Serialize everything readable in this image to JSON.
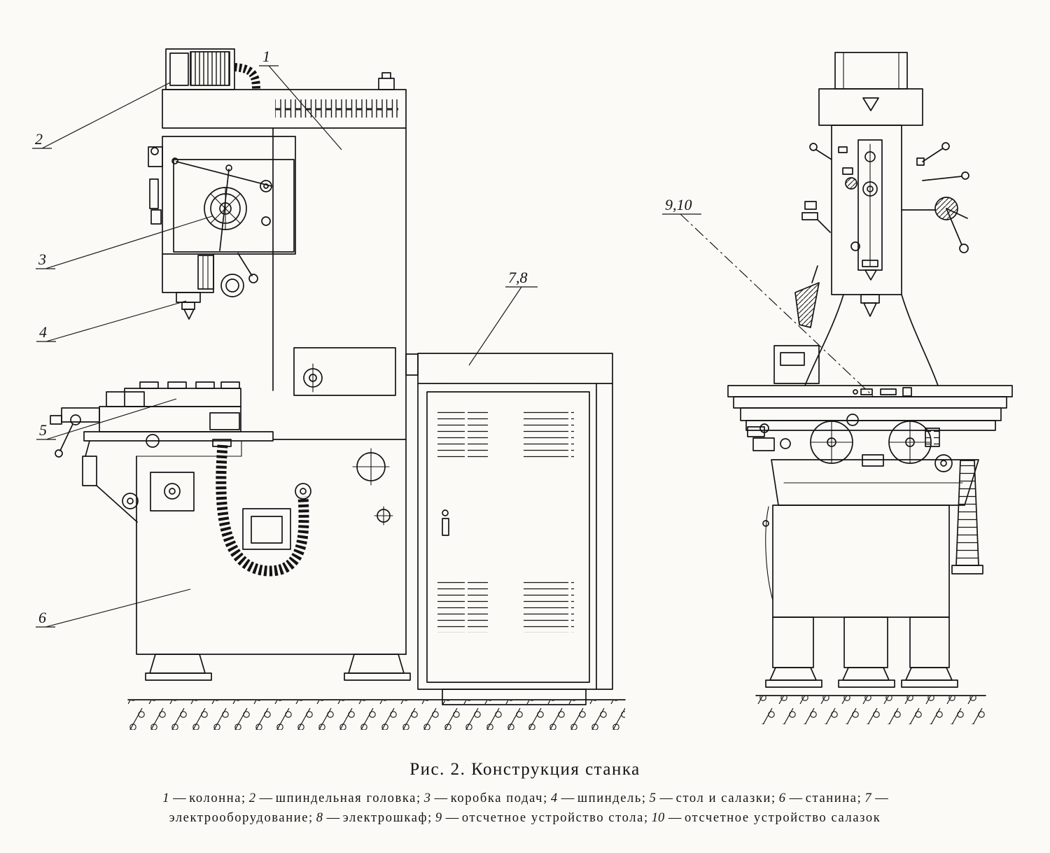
{
  "figure": {
    "caption": "Рис. 2. Конструкция станка"
  },
  "legend": {
    "separator": " — ",
    "delimiter": ";",
    "items": [
      {
        "num": "1",
        "text": "колонна"
      },
      {
        "num": "2",
        "text": "шпиндельная головка"
      },
      {
        "num": "3",
        "text": "коробка подач"
      },
      {
        "num": "4",
        "text": "шпиндель"
      },
      {
        "num": "5",
        "text": "стол и салазки"
      },
      {
        "num": "6",
        "text": "станина"
      },
      {
        "num": "7",
        "text": "электрооборудование"
      },
      {
        "num": "8",
        "text": "электрошкаф"
      },
      {
        "num": "9",
        "text": "отсчетное устройство стола"
      },
      {
        "num": "10",
        "text": "отсчетное устройство салазок"
      }
    ]
  },
  "callouts": {
    "c1": "1",
    "c2": "2",
    "c3": "3",
    "c4": "4",
    "c5": "5",
    "c6": "6",
    "c78": "7,8",
    "c910": "9,10"
  },
  "colors": {
    "ink": "#141414",
    "paper": "#fbfaf6"
  }
}
